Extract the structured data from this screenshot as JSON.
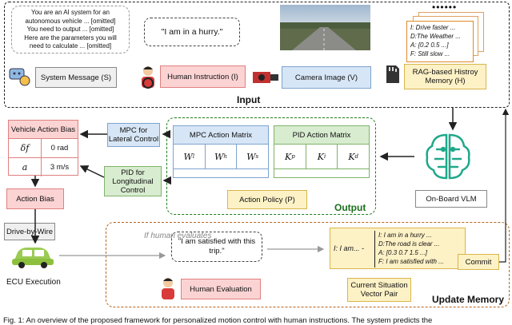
{
  "input": {
    "title": "Input",
    "system_prompt_lines": [
      "You are an AI system for an",
      "autonomous vehicle ... [omitted]",
      "You need to output ... [omitted]",
      "Here are the parameters you will",
      "need to calculate ... [omitted]"
    ],
    "human_quote": "\"I am in a hurry.\"",
    "system_message": "System Message (S)",
    "human_instruction": "Human Instruction (I)",
    "camera_image": "Camera Image (V)",
    "memory_cards": [
      "I: Drive faster ...",
      "D:The Weather ...",
      "A: [0.2 0.5 ...]",
      "F: Still slow ..."
    ],
    "memory_label": "RAG-based Histroy Memory (H)"
  },
  "middle": {
    "vehicle_bias_title": "Vehicle Action Bias",
    "bias_rows": [
      {
        "sym": "δf",
        "val": "0 rad"
      },
      {
        "sym": "a",
        "val": "3 m/s"
      }
    ],
    "mpc_lateral": "MPC for Lateral Control",
    "pid_longitudinal": "PID for Longitudinal Control",
    "action_bias": "Action Bias",
    "drive_by_wire": "Drive-by-Wire",
    "ecu": "ECU Execution",
    "mpc_matrix_title": "MPC Action Matrix",
    "mpc_cells": [
      "Wl",
      "Wh",
      "Ws"
    ],
    "pid_matrix_title": "PID Action Matrix",
    "pid_cells": [
      "Kp",
      "Ki",
      "Kd"
    ],
    "action_policy": "Action Policy (P)",
    "output_title": "Output",
    "vlm": "On-Board VLM"
  },
  "update": {
    "title": "Update Memory",
    "if_human": "If human evaluates",
    "satisfied_quote": "\"I am satisfied with this trip.\"",
    "human_evaluation": "Human Evaluation",
    "vector_prefix": "I: I am... -",
    "vector_lines": [
      "I: I am in a hurry ...",
      "D:The road is clear ...",
      "A: [0.3 0.7 1.5 ...]",
      "F: I am satisfied with ..."
    ],
    "commit": "Commit",
    "current_pair": "Current Situation Vector Pair"
  },
  "caption": "Fig. 1: An overview of the proposed framework for personalized motion control with human instructions. The system predicts the"
}
